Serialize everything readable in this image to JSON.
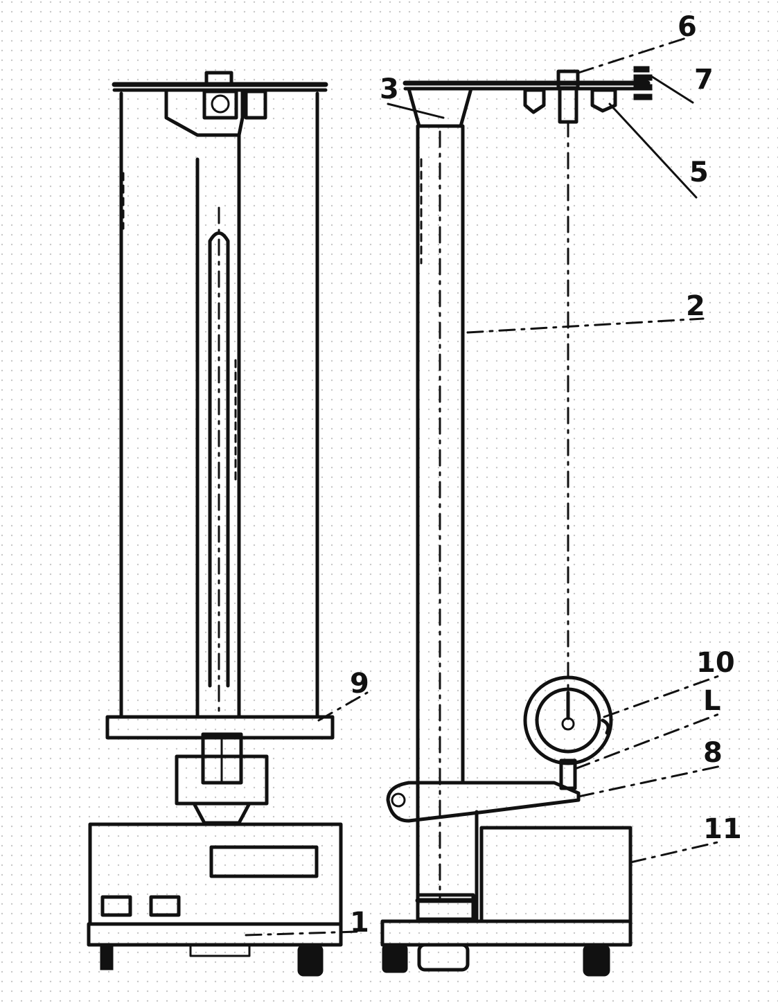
{
  "callouts": {
    "c1": "1",
    "c2": "2",
    "c3": "3",
    "c5": "5",
    "c6": "6",
    "c7": "7",
    "c8": "8",
    "c9": "9",
    "c10": "10",
    "c11": "11",
    "c_l": "L"
  }
}
